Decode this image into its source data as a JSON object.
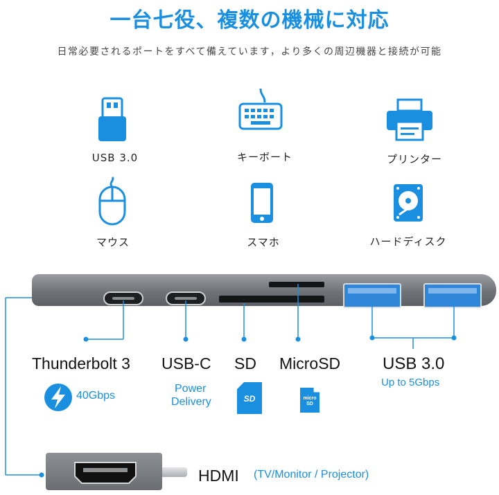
{
  "header": {
    "title": "一台七役、複数の機械に対応",
    "subtitle": "日常必要されるポートをすべて備えています，より多くの周辺機器と接続が可能"
  },
  "devices": [
    {
      "label": "USB 3.0",
      "icon": "usb-drive-icon"
    },
    {
      "label": "キーボート",
      "icon": "keyboard-icon"
    },
    {
      "label": "プリンター",
      "icon": "printer-icon"
    },
    {
      "label": "マウス",
      "icon": "mouse-icon"
    },
    {
      "label": "スマホ",
      "icon": "smartphone-icon"
    },
    {
      "label": "ハードディスク",
      "icon": "hard-disk-icon"
    }
  ],
  "ports": {
    "thunderbolt": {
      "label": "Thunderbolt 3",
      "speed": "40Gbps"
    },
    "usbc": {
      "label": "USB-C",
      "note_line1": "Power",
      "note_line2": "Delivery"
    },
    "sd": {
      "label": "SD",
      "card_text": "SD"
    },
    "microsd": {
      "label": "MicroSD",
      "card_text": "micro SD"
    },
    "usb3": {
      "label": "USB 3.0",
      "speed": "Up to 5Gbps"
    },
    "hdmi": {
      "label": "HDMI",
      "note": "(TV/Monitor / Projector)"
    }
  },
  "colors": {
    "accent": "#1a8fe0",
    "hub": "#6f7377",
    "usb_port": "#2f86d8"
  }
}
